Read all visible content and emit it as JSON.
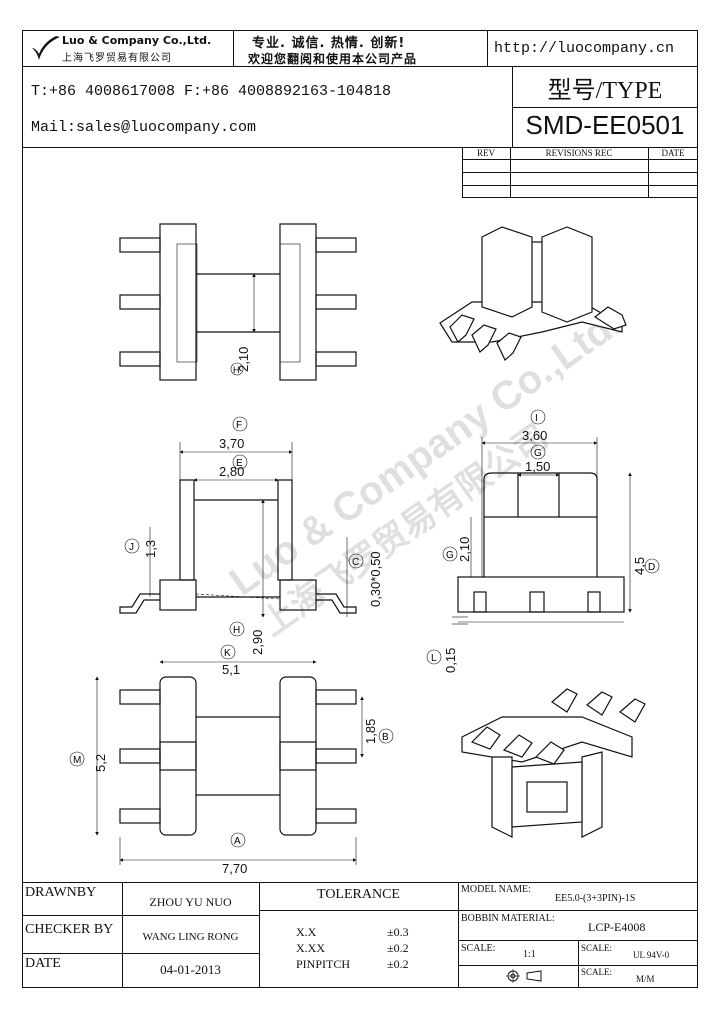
{
  "header": {
    "company_en": "Luo & Company Co.,Ltd.",
    "company_cn": "上海飞罗贸易有限公司",
    "slogan_1": "专业. 诚信. 热情. 创新!",
    "slogan_2": "欢迎您翻阅和使用本公司产品",
    "website": "http://luocompany.cn",
    "phone_fax": "T:+86 4008617008 F:+86 4008892163-104818",
    "mail": "Mail:sales@luocompany.com",
    "type_label": "型号/TYPE",
    "type_value": "SMD-EE0501"
  },
  "revisions": {
    "col_rev": "REV",
    "col_rec": "REVISIONS REC",
    "col_date": "DATE"
  },
  "dimensions": {
    "h_top": "2,10",
    "f": "3,70",
    "e": "2,80",
    "j": "1,3",
    "c": "0,30*0,50",
    "h_mid": "2,90",
    "i": "3,60",
    "g_top": "1,50",
    "g_side": "2,10",
    "d": "4,5",
    "l": "0,15",
    "k": "5,1",
    "m": "5,2",
    "b": "1,85",
    "a": "7,70"
  },
  "markers": {
    "A": "A",
    "B": "B",
    "C": "C",
    "D": "D",
    "E": "E",
    "F": "F",
    "G": "G",
    "H": "H",
    "I": "I",
    "J": "J",
    "K": "K",
    "L": "L",
    "M": "M"
  },
  "watermark": {
    "text_en": "Luo & Company Co.,Ltd.",
    "text_cn": "上海飞罗贸易有限公司"
  },
  "title_block": {
    "drawnby_label": "DRAWNBY",
    "drawnby_value": "ZHOU YU NUO",
    "checker_label": "CHECKER BY",
    "checker_value": "WANG LING RONG",
    "date_label": "DATE",
    "date_value": "04-01-2013",
    "tolerance_label": "TOLERANCE",
    "tol_rows": [
      {
        "key": "X.X",
        "val": "±0.3"
      },
      {
        "key": "X.XX",
        "val": "±0.2"
      },
      {
        "key": "PINPITCH",
        "val": "±0.2"
      }
    ],
    "model_label": "MODEL NAME:",
    "model_value": "EE5.0-(3+3PIN)-1S",
    "bobbin_label": "BOBBIN MATERIAL:",
    "bobbin_value": "LCP-E4008",
    "scale_label_1": "SCALE:",
    "scale_value_1": "1:1",
    "scale_label_2": "SCALE:",
    "scale_value_2": "UL 94V-0",
    "scale_label_3": "SCALE:",
    "scale_value_3": "M/M"
  }
}
